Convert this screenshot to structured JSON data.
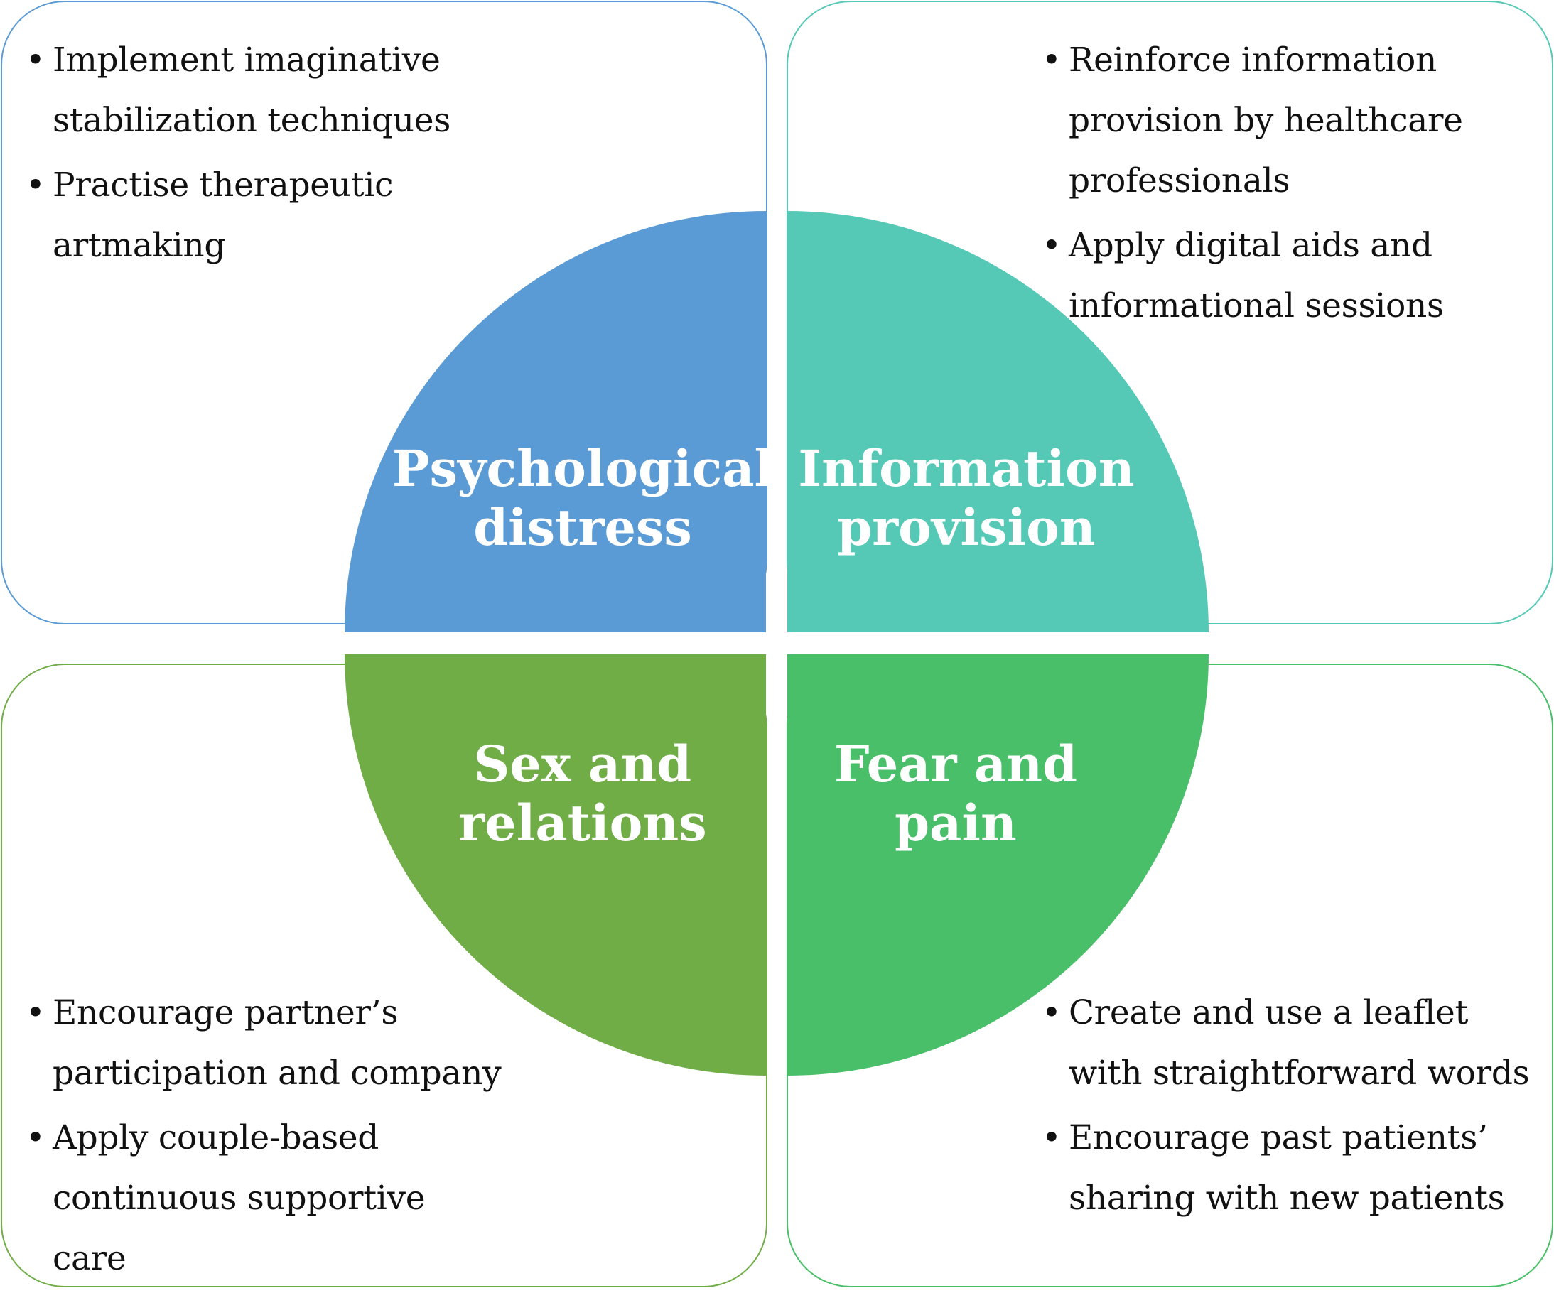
{
  "quadrants": {
    "top_left": {
      "title_lines": [
        "Psychological",
        "distress"
      ],
      "bullets": [
        "Implement imaginative stabilization techniques",
        "Practise therapeutic artmaking"
      ],
      "color": "#5b9bd5"
    },
    "top_right": {
      "title_lines": [
        "Information",
        "provision"
      ],
      "bullets": [
        "Reinforce information provision by healthcare professionals",
        "Apply digital aids and informational sessions"
      ],
      "color": "#55c9b6"
    },
    "bottom_left": {
      "title_lines": [
        "Sex and",
        "relations"
      ],
      "bullets": [
        "Encourage partner’s participation and company",
        "Apply couple-based continuous supportive care"
      ],
      "color": "#70ad47"
    },
    "bottom_right": {
      "title_lines": [
        "Fear and",
        "pain"
      ],
      "bullets": [
        "Create and use a leaflet with straightforward words",
        "Encourage past patients’ sharing with new patients"
      ],
      "color": "#48bf68"
    }
  }
}
